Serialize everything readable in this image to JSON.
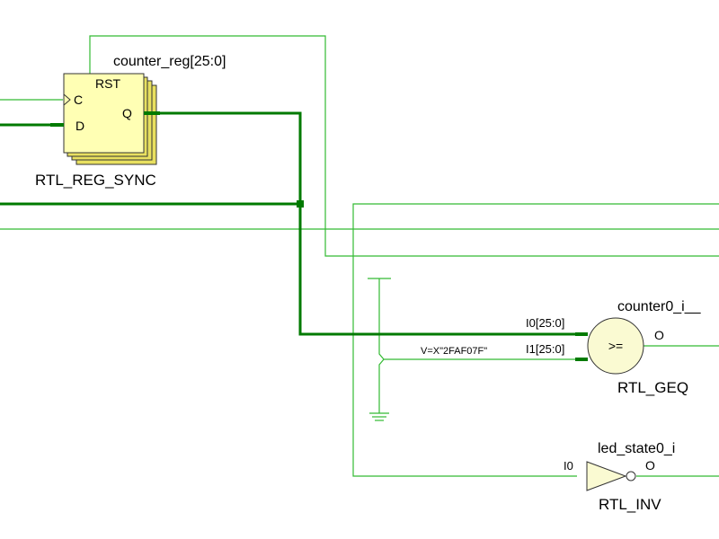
{
  "schematic": {
    "colors": {
      "net_thin": "#33bb33",
      "net_bus": "#007a00",
      "cell_fill": "#ffffb4",
      "cell_fill_back": "#e8e060",
      "cell_stroke": "#333333",
      "gate_fill": "#fafad2",
      "background": "#ffffff"
    },
    "cells": {
      "counter_reg": {
        "instance": "counter_reg[25:0]",
        "type": "RTL_REG_SYNC",
        "pins": {
          "clock": "C",
          "reset": "RST",
          "data": "D",
          "output": "Q"
        }
      },
      "counter0_i": {
        "instance": "counter0_i__",
        "type": "RTL_GEQ",
        "symbol": ">=",
        "pins": {
          "in0": "I0[25:0]",
          "in1": "I1[25:0]",
          "output": "O"
        }
      },
      "led_state0_i": {
        "instance": "led_state0_i",
        "type": "RTL_INV",
        "pins": {
          "in0": "I0",
          "output": "O"
        }
      }
    },
    "constant": {
      "label": "V=X\"2FAF07F\""
    }
  }
}
